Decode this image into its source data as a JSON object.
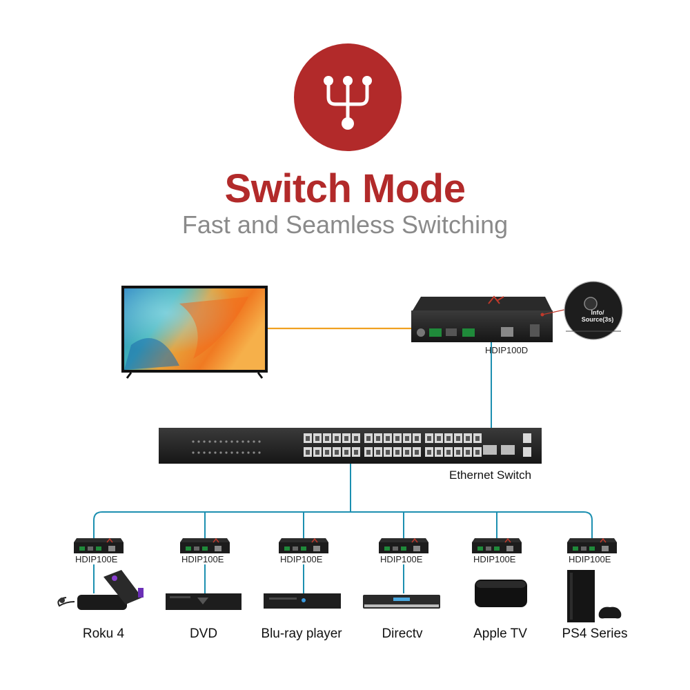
{
  "header": {
    "title": "Switch Mode",
    "subtitle": "Fast and Seamless Switching",
    "icon": "network-split-icon"
  },
  "colors": {
    "accent": "#b22a2a",
    "subtitle": "#8a8a8a",
    "hdmi_cable": "#f0a020",
    "network_cable": "#1b8fb0"
  },
  "decoder": {
    "model": "HDIP100D",
    "callout_button_label": "Info/ Source(3s)"
  },
  "switch": {
    "label": "Ethernet Switch"
  },
  "sources": [
    {
      "encoder": "HDIP100E",
      "device": "Roku 4"
    },
    {
      "encoder": "HDIP100E",
      "device": "DVD"
    },
    {
      "encoder": "HDIP100E",
      "device": "Blu-ray player"
    },
    {
      "encoder": "HDIP100E",
      "device": "Directv"
    },
    {
      "encoder": "HDIP100E",
      "device": "Apple TV"
    },
    {
      "encoder": "HDIP100E",
      "device": "PS4 Series"
    }
  ]
}
